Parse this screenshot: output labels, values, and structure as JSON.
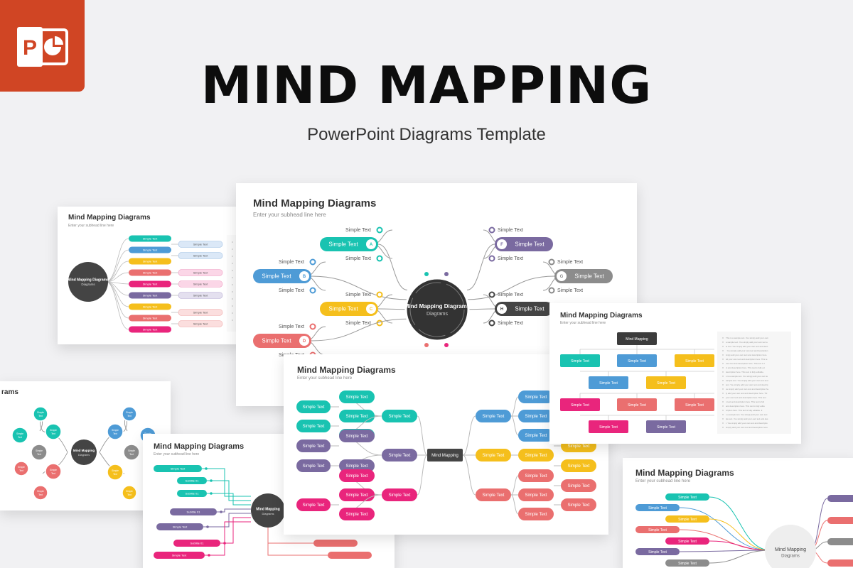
{
  "header": {
    "title": "MIND MAPPING",
    "subtitle": "PowerPoint Diagrams Template",
    "app_icon": "powerpoint-icon",
    "brand_color": "#d04524"
  },
  "slides": {
    "slide_title": "Mind Mapping Diagrams",
    "slide_subtitle": "Enter your subhead line here",
    "partial_title": "rams",
    "center_label": "Mind Mapping",
    "center_sub": "Diagrams",
    "item_text": "Simple Text",
    "subtitle_text": "Subtitle 01",
    "letters": [
      "A",
      "B",
      "C",
      "D",
      "F",
      "G",
      "H"
    ],
    "notes_text": "This is a sample text. You simply add your own text and description here. This text is fully editable. It can be replaced with your own style. You can change its color or font size."
  },
  "colors": {
    "teal": "#19c3b1",
    "blue": "#4e9bd6",
    "yellow": "#f5bf1c",
    "coral": "#ea6f6f",
    "purple": "#7a6aa0",
    "magenta": "#e9257c",
    "gray": "#8c8c8c",
    "dark": "#444444"
  }
}
